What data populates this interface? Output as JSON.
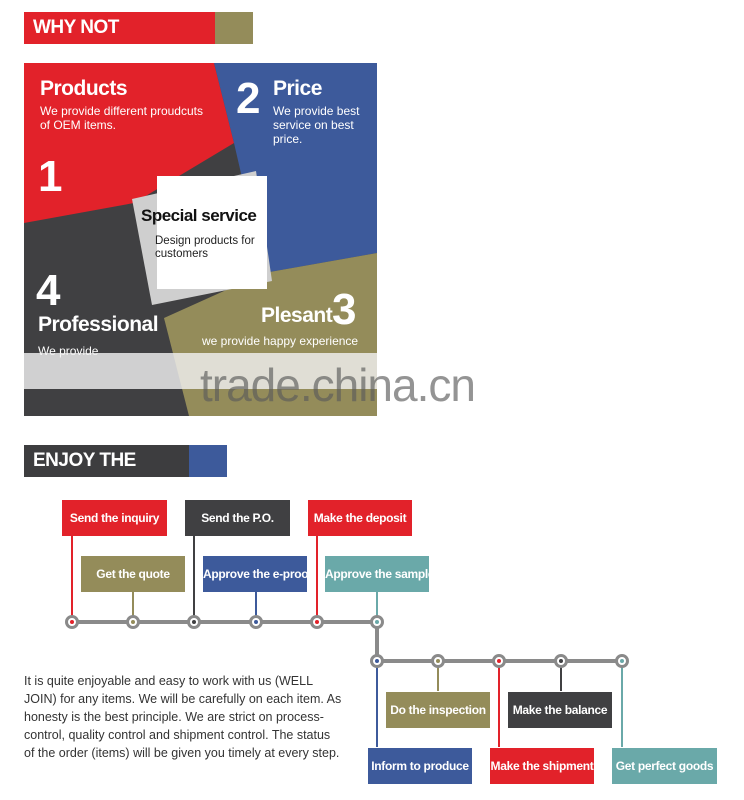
{
  "colors": {
    "red": "#e2222a",
    "blue": "#3d5a9b",
    "gray": "#404042",
    "olive": "#948c5a",
    "teal": "#6aa9a9",
    "dark": "#3d3d3f"
  },
  "header1": {
    "title": "WHY NOT WELLJOIN?"
  },
  "features": {
    "products": {
      "title": "Products",
      "desc": "We provide different proudcuts of OEM items.",
      "number": "1"
    },
    "price": {
      "number": "2",
      "title": "Price",
      "desc": "We provide best service on best price."
    },
    "plesant": {
      "title": "Plesant",
      "number": "3",
      "desc": "we provide happy experience"
    },
    "professional": {
      "number": "4",
      "title": "Professional",
      "desc": "We provide"
    },
    "special": {
      "title": "Special service",
      "desc": "Design products for customers"
    }
  },
  "watermark": "trade.china.cn",
  "header2": {
    "title": "ENJOY THE ORDER"
  },
  "flow": {
    "send_inquiry": "Send the inquiry",
    "get_quote": "Get the quote",
    "send_po": "Send the P.O.",
    "approve_eproof": "Approve the e-proof",
    "make_deposit": "Make the deposit",
    "approve_sample": "Approve the sample",
    "inform_produce": "Inform to produce",
    "do_inspection": "Do the inspection",
    "make_shipment": "Make the shipment",
    "make_balance": "Make the balance",
    "get_goods": "Get perfect goods"
  },
  "paragraph": "It is quite enjoyable and easy to work with us (WELL JOIN) for any items. We will be carefully on each item.  As honesty is the best principle. We are strict on process-control, quality control and shipment control. The status of the order (items) will be given you timely at every step."
}
